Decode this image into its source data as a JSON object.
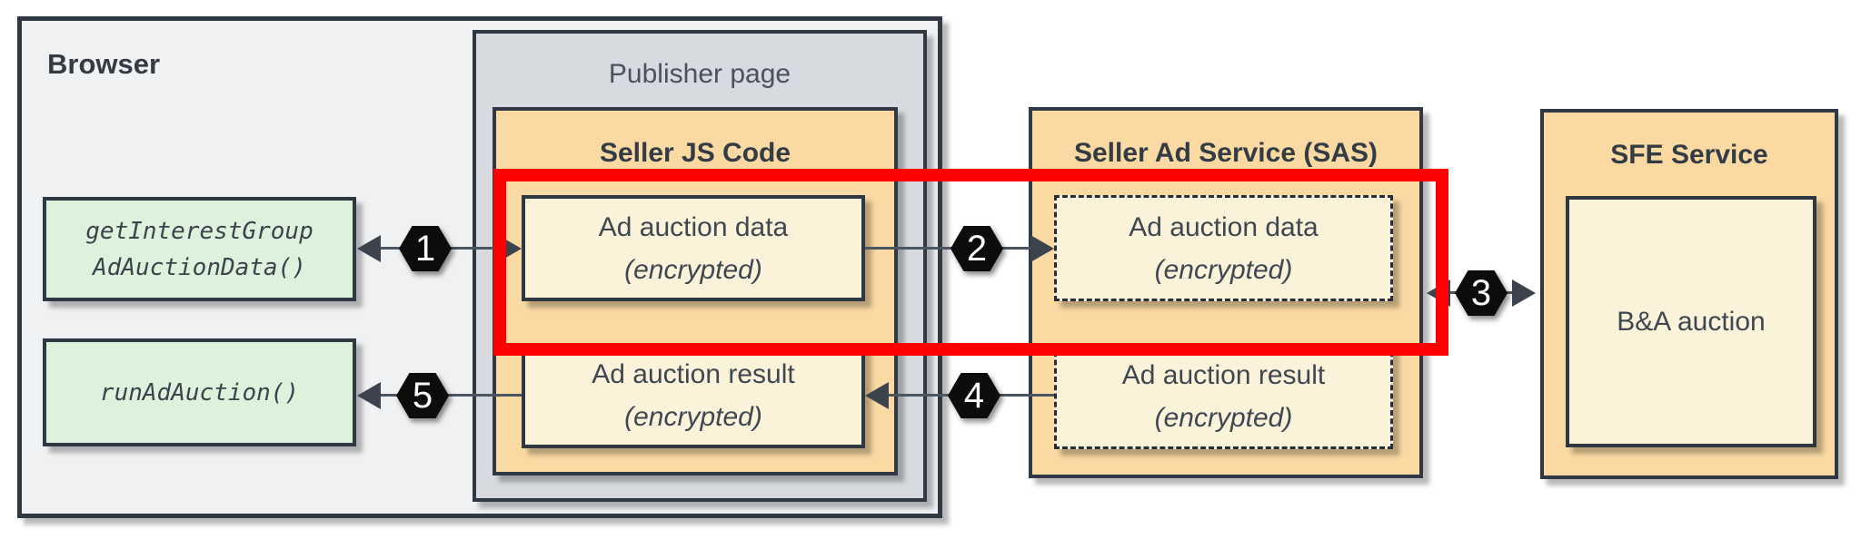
{
  "colors": {
    "red_highlight": "#fe0000",
    "container_orange": "#fad9a2",
    "inner_box_cream": "#fbf2da",
    "api_box_green": "#dcf2dc",
    "browser_fill": "#f0f1f3",
    "publisher_fill": "#d7dbdf",
    "border_dark": "#303844"
  },
  "browser": {
    "label": "Browser"
  },
  "publisher": {
    "label": "Publisher page"
  },
  "browser_apis": {
    "get_interest_group": {
      "line1": "getInterestGroup",
      "line2": "AdAuctionData()"
    },
    "run_ad_auction": {
      "line1": "runAdAuction()"
    }
  },
  "seller_js": {
    "title": "Seller JS Code",
    "data_box": {
      "line1": "Ad auction data",
      "line2": "(encrypted)"
    },
    "result_box": {
      "line1": "Ad auction result",
      "line2": "(encrypted)"
    }
  },
  "sas": {
    "title": "Seller Ad Service (SAS)",
    "data_box": {
      "line1": "Ad auction data",
      "line2": "(encrypted)"
    },
    "result_box": {
      "line1": "Ad auction result",
      "line2": "(encrypted)"
    }
  },
  "sfe": {
    "title": "SFE Service",
    "auction_box": "B&A auction"
  },
  "steps": {
    "s1": "1",
    "s2": "2",
    "s3": "3",
    "s4": "4",
    "s5": "5"
  }
}
